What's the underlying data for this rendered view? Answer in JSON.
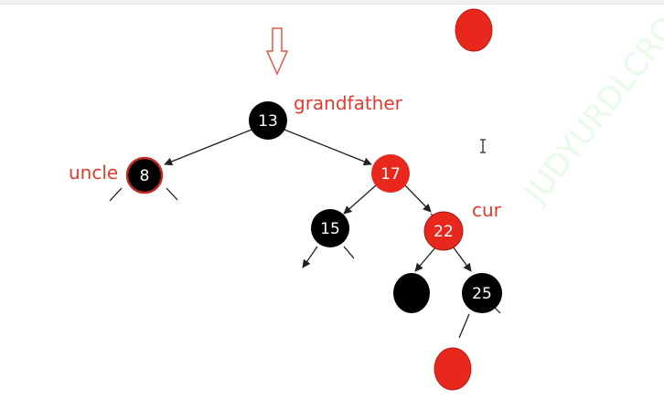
{
  "colors": {
    "black_node": "#000000",
    "red_node": "#e8281d",
    "label_red": "#e23b2b",
    "arrow_red": "#e05a45"
  },
  "labels": {
    "grandfather": "grandfather",
    "uncle": "uncle",
    "cur": "cur"
  },
  "tree": {
    "nodes": [
      {
        "id": "n13",
        "value": "13",
        "color": "black"
      },
      {
        "id": "n8",
        "value": "8",
        "color": "black",
        "outline": "red"
      },
      {
        "id": "n17",
        "value": "17",
        "color": "red"
      },
      {
        "id": "n15",
        "value": "15",
        "color": "black"
      },
      {
        "id": "n22",
        "value": "22",
        "color": "red"
      },
      {
        "id": "nleaf",
        "value": "",
        "color": "black"
      },
      {
        "id": "n25",
        "value": "25",
        "color": "black"
      },
      {
        "id": "nnew_bottom",
        "value": "",
        "color": "red"
      },
      {
        "id": "nnew_top",
        "value": "",
        "color": "red"
      }
    ]
  },
  "watermark": "JUDYURDLCRO"
}
